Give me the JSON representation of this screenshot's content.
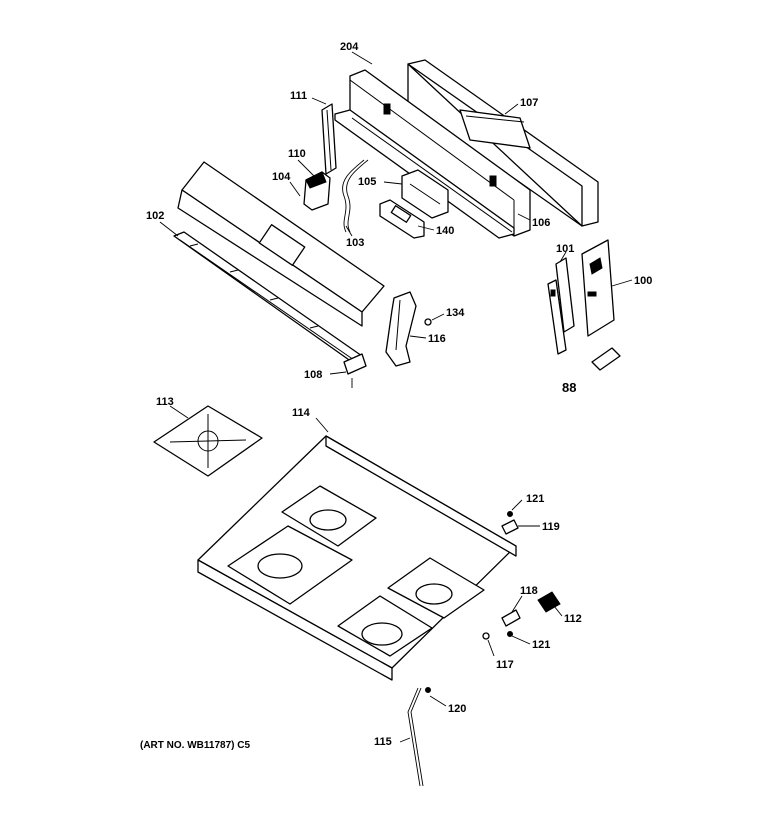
{
  "diagram": {
    "art_number": "(ART NO. WB11787) C5",
    "callouts": {
      "p204": "204",
      "p111": "111",
      "p107": "107",
      "p110": "110",
      "p104": "104",
      "p105": "105",
      "p106": "106",
      "p102": "102",
      "p103": "103",
      "p140": "140",
      "p101": "101",
      "p100": "100",
      "p134": "134",
      "p116": "116",
      "p108": "108",
      "p88": "88",
      "p113": "113",
      "p114": "114",
      "p121a": "121",
      "p119": "119",
      "p118": "118",
      "p112": "112",
      "p121b": "121",
      "p117": "117",
      "p120": "120",
      "p115": "115"
    }
  }
}
